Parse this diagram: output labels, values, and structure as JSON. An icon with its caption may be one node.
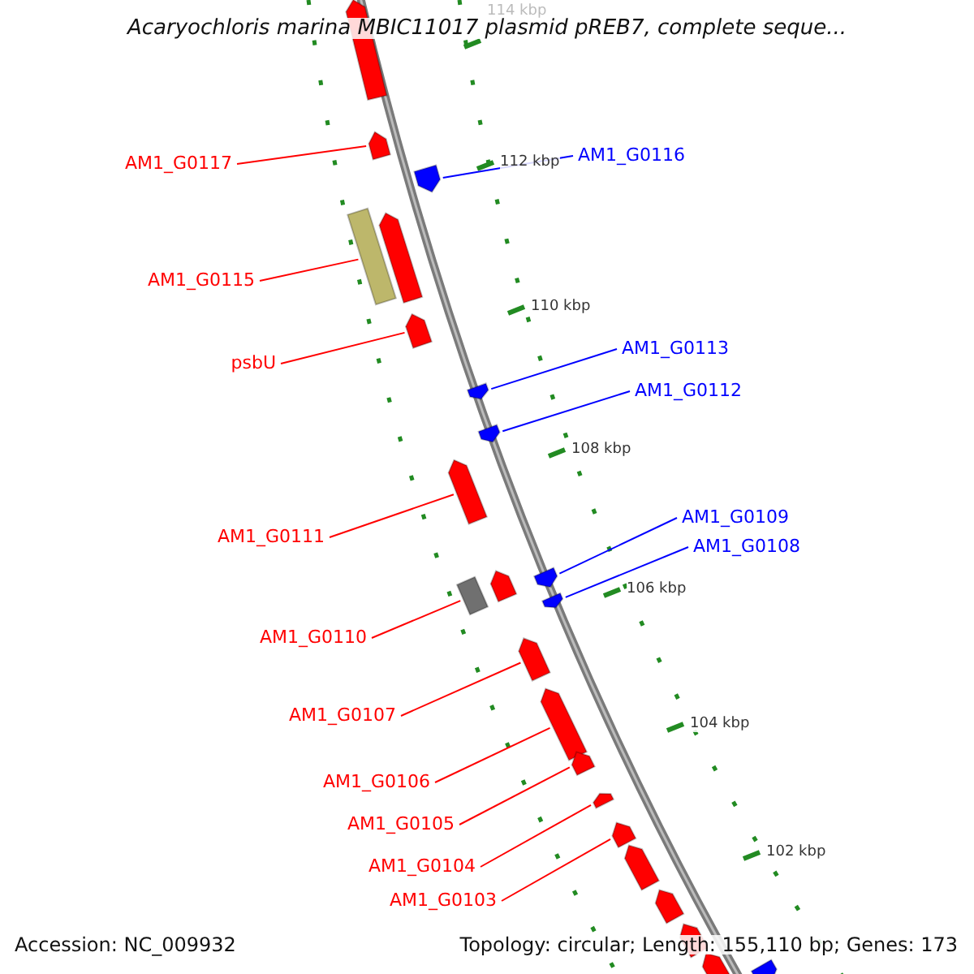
{
  "diagram": {
    "title": "Acaryochloris marina MBIC11017 plasmid pREB7, complete seque...",
    "nodes": [
      {
        "text": [
          "AM1_G0117"
        ]
      },
      {
        "text": [
          "AM1_G0115"
        ]
      },
      {
        "text": [
          "psbU"
        ]
      },
      {
        "text": [
          "AM1_G0111"
        ]
      },
      {
        "text": [
          "AM1_G0110"
        ]
      },
      {
        "text": [
          "AM1_G0107"
        ]
      },
      {
        "text": [
          "AM1_G0106"
        ]
      },
      {
        "text": [
          "AM1_G0105"
        ]
      },
      {
        "text": [
          "AM1_G0104"
        ]
      },
      {
        "text": [
          "AM1_G0103"
        ]
      },
      {
        "text": [
          "AM1_G0116"
        ]
      },
      {
        "text": [
          "AM1_G0113"
        ]
      },
      {
        "text": [
          "AM1_G0112"
        ]
      },
      {
        "text": [
          "AM1_G0109"
        ]
      },
      {
        "text": [
          "AM1_G0108"
        ]
      },
      {
        "text": [],
        "shape": "arrow"
      },
      {
        "text": [],
        "shape": "arrow"
      },
      {
        "text": [],
        "shape": "arrow"
      },
      {
        "text": [],
        "shape": "bar"
      },
      {
        "text": [],
        "shape": "arrow"
      },
      {
        "text": [],
        "shape": "arrow"
      },
      {
        "text": [],
        "shape": "arrow"
      },
      {
        "text": [],
        "shape": "arrow"
      },
      {
        "text": [],
        "shape": "arrow"
      },
      {
        "text": [],
        "shape": "arrow"
      },
      {
        "text": [],
        "shape": "arrow"
      },
      {
        "text": [],
        "shape": "bar"
      },
      {
        "text": [],
        "shape": "arrow"
      },
      {
        "text": [],
        "shape": "arrow"
      },
      {
        "text": [],
        "shape": "arrow"
      },
      {
        "text": [],
        "shape": "arrow"
      },
      {
        "text": [],
        "shape": "arrow"
      },
      {
        "text": [],
        "shape": "arrow"
      },
      {
        "text": [],
        "shape": "arrow"
      },
      {
        "text": [],
        "shape": "arrow"
      },
      {
        "text": [],
        "shape": "arrow"
      },
      {
        "text": [],
        "shape": "arrow"
      },
      {
        "text": [],
        "shape": "arrow"
      }
    ],
    "edges": [
      {
        "from": 0,
        "to": 16,
        "arrow": "none"
      },
      {
        "from": 1,
        "to": 18,
        "arrow": "none"
      },
      {
        "from": 2,
        "to": 20,
        "arrow": "none"
      },
      {
        "from": 3,
        "to": 23,
        "arrow": "none"
      },
      {
        "from": 4,
        "to": 26,
        "arrow": "none"
      },
      {
        "from": 5,
        "to": 28,
        "arrow": "none"
      },
      {
        "from": 6,
        "to": 29,
        "arrow": "none"
      },
      {
        "from": 7,
        "to": 30,
        "arrow": "none"
      },
      {
        "from": 8,
        "to": 31,
        "arrow": "none"
      },
      {
        "from": 9,
        "to": 32,
        "arrow": "none"
      },
      {
        "from": 10,
        "to": 17,
        "arrow": "none",
        "color": "#0000ff"
      },
      {
        "from": 11,
        "to": 21,
        "arrow": "none",
        "color": "#0000ff"
      },
      {
        "from": 12,
        "to": 22,
        "arrow": "none",
        "color": "#0000ff"
      },
      {
        "from": 13,
        "to": 24,
        "arrow": "none",
        "color": "#0000ff"
      },
      {
        "from": 14,
        "to": 27,
        "arrow": "none",
        "color": "#0000ff"
      }
    ],
    "labels": [
      "114 kbp",
      "112 kbp",
      "110 kbp",
      "108 kbp",
      "106 kbp",
      "104 kbp",
      "102 kbp",
      "Accession: NC_009932",
      "Topology: circular; Length: 155,110 bp; Genes: 173"
    ]
  }
}
